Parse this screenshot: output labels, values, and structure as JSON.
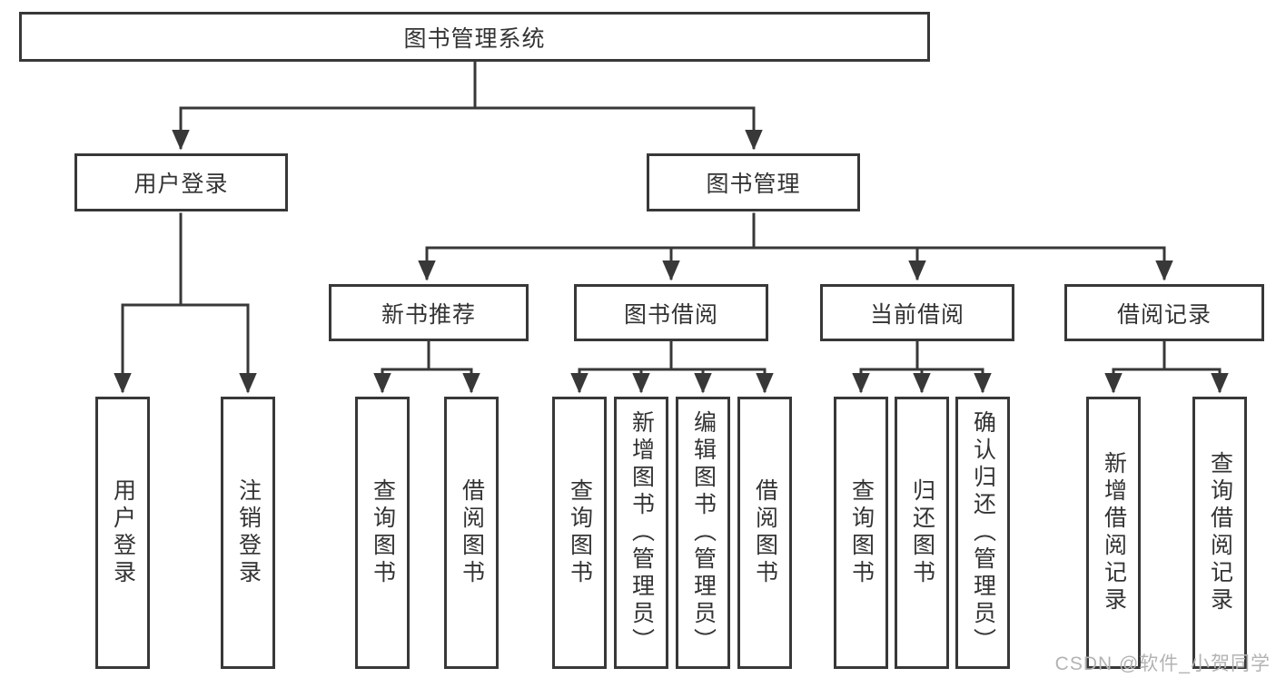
{
  "diagram": {
    "type": "hierarchy-tree",
    "colors": {
      "line": "#383838",
      "border": "#383838",
      "text": "#333333",
      "background": "#ffffff",
      "watermark": "#b3b3b3"
    },
    "watermark": "CSDN @软件_小贺同学"
  },
  "tree": {
    "label": "图书管理系统",
    "children": [
      {
        "label": "用户登录",
        "children": [
          {
            "label": "用户登录"
          },
          {
            "label": "注销登录"
          }
        ]
      },
      {
        "label": "图书管理",
        "children": [
          {
            "label": "新书推荐",
            "children": [
              {
                "label": "查询图书"
              },
              {
                "label": "借阅图书"
              }
            ]
          },
          {
            "label": "图书借阅",
            "children": [
              {
                "label": "查询图书"
              },
              {
                "label": "新增图书（管理员）"
              },
              {
                "label": "编辑图书（管理员）"
              },
              {
                "label": "借阅图书"
              }
            ]
          },
          {
            "label": "当前借阅",
            "children": [
              {
                "label": "查询图书"
              },
              {
                "label": "归还图书"
              },
              {
                "label": "确认归还（管理员）"
              }
            ]
          },
          {
            "label": "借阅记录",
            "children": [
              {
                "label": "新增借阅记录"
              },
              {
                "label": "查询借阅记录"
              }
            ]
          }
        ]
      }
    ]
  }
}
